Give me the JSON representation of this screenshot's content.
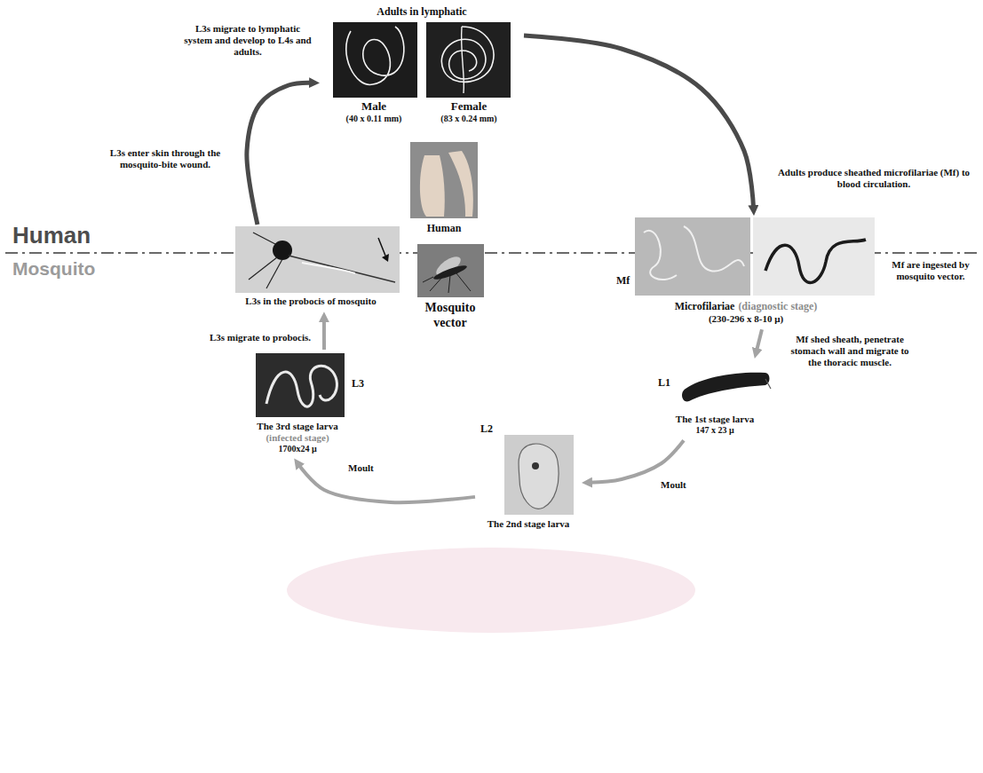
{
  "diagram": {
    "nodes": [
      {
        "text": [
          "Adults in lymphatic"
        ]
      },
      {
        "text": [
          "Male",
          "(40 x 0.11 mm)"
        ],
        "in": 0
      },
      {
        "text": [
          "Female",
          "(83 x 0.24 mm)"
        ],
        "in": 0
      },
      {
        "text": [
          "Human"
        ]
      },
      {
        "text": [
          "Mf",
          "Microfilariae",
          "(diagnostic stage)",
          "(230-296 x 8-10 μ)"
        ]
      },
      {
        "text": [
          "L3s in the probocis of mosquito"
        ]
      },
      {
        "text": [
          "Mosquito vector"
        ]
      },
      {
        "text": [
          "L3",
          "The 3rd stage larva",
          "(infected stage)",
          "1700x24 μ"
        ]
      },
      {
        "text": [
          "L2",
          "The 2nd stage larva"
        ]
      },
      {
        "text": [
          "L1",
          "The 1st stage larva",
          "147 x 23 μ"
        ]
      }
    ],
    "edges": [
      {
        "from": 0,
        "to": 4,
        "arrow": "to",
        "label": "Adults produce sheathed microfilariae (Mf) to blood circulation."
      },
      {
        "from": 4,
        "to": 9,
        "arrow": "to",
        "label": "Mf shed sheath, penetrate stomach wall and migrate to the thoracic muscle."
      },
      {
        "from": 9,
        "to": 8,
        "arrow": "to",
        "label": "Moult"
      },
      {
        "from": 8,
        "to": 7,
        "arrow": "to",
        "label": "Moult"
      },
      {
        "from": 7,
        "to": 5,
        "arrow": "to",
        "label": "L3s migrate to probocis."
      },
      {
        "from": 5,
        "to": 0,
        "arrow": "to",
        "label": "L3s enter skin through the mosquito-bite wound."
      }
    ],
    "labels": [
      "L3s migrate to lymphatic system and develop to L4s and adults.",
      "Human",
      "Mosquito",
      "Mf are ingested by mosquito vector."
    ]
  }
}
